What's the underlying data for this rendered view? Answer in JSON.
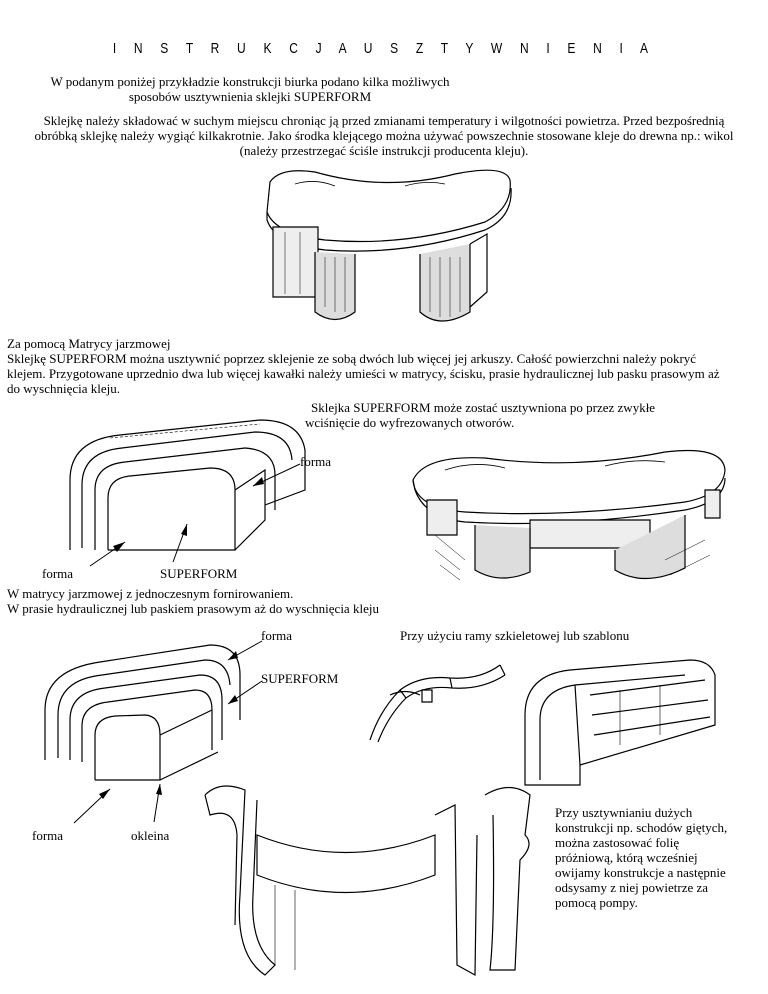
{
  "title": "I N S T R U K C J A   U S Z T Y W N I E N I A",
  "intro": {
    "line1": "W podanym poniżej przykładzie konstrukcji biurka podano kilka możliwych",
    "line2": "sposobów usztywnienia sklejki SUPERFORM"
  },
  "storage": {
    "line1": "Sklejkę należy składować w suchym miejscu chroniąc ją przed zmianami temperatury i wilgotności powietrza. Przed bezpośrednią",
    "line2": "obróbką sklejkę należy wygiąć kilkakrotnie. Jako środka klejącego można używać powszechnie stosowane kleje do drewna np.: wikol",
    "line3": "(należy przestrzegać ściśle instrukcji producenta kleju)."
  },
  "matrix": {
    "line1": "Za pomocą Matrycy jarzmowej",
    "line2": "Sklejkę SUPERFORM można usztywnić poprzez sklejenie ze sobą dwóch lub więcej jej arkuszy. Całość powierzchni należy pokryć",
    "line3": "klejem. Przygotowane uprzednio dwa lub więcej kawałki należy umieści w matrycy, ścisku, prasie hydraulicznej lub pasku prasowym aż",
    "line4": "do wyschnięcia kleju."
  },
  "milled": {
    "line1": "Sklejka SUPERFORM może zostać usztywniona po przez zwykłe",
    "line2": "wciśnięcie do wyfrezowanych otworów."
  },
  "labels": {
    "forma_top": "forma",
    "forma_left": "forma",
    "superform_1": "SUPERFORM",
    "forma_mid": "forma",
    "superform_2": "SUPERFORM",
    "forma_bottom": "forma",
    "okleina": "okleina"
  },
  "veneer": {
    "line1": "W matrycy jarzmowej z jednoczesnym fornirowaniem.",
    "line2": "W prasie hydraulicznej lub paskiem prasowym aż do wyschnięcia kleju"
  },
  "frame": "Przy użyciu ramy szkieletowej lub szablonu",
  "vacuum": {
    "line1": "Przy usztywnianiu dużych",
    "line2": "konstrukcji np. schodów giętych,",
    "line3": "można zastosować folię",
    "line4": "próżniową, którą wcześniej",
    "line5": "owijamy konstrukcje a następnie",
    "line6": "odsysamy z niej powietrze za",
    "line7": "pomocą pompy."
  }
}
